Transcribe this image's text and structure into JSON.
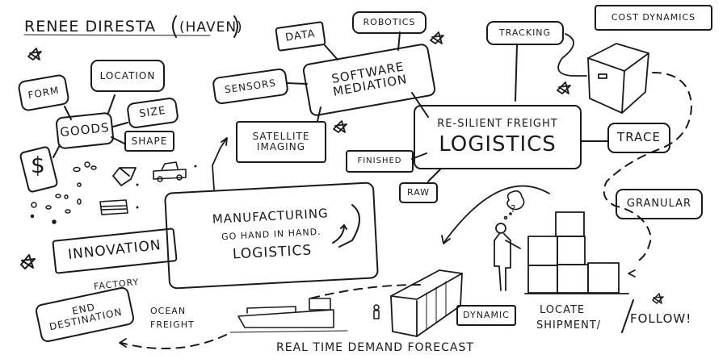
{
  "header": {
    "author": "RENEE DIRESTA",
    "company": "(HAVEN)"
  },
  "goods_cluster": {
    "center": "GOODS",
    "attributes": [
      "FORM",
      "LOCATION",
      "SIZE",
      "SHAPE"
    ],
    "currency_symbol": "$"
  },
  "software_cluster": {
    "center_line1": "SOFTWARE",
    "center_line2": "MEDIATION",
    "inputs": [
      "DATA",
      "ROBOTICS",
      "SENSORS"
    ],
    "satellite_line1": "SATELLITE",
    "satellite_line2": "IMAGING"
  },
  "logistics_cluster": {
    "title_line1": "RE-SILIENT FREIGHT",
    "title_line2": "LOGISTICS",
    "branches": {
      "finished": "FINISHED",
      "raw": "RAW",
      "trace": "TRACE",
      "tracking": "TRACKING",
      "granular": "GRANULAR",
      "cost_dynamics": "COST DYNAMICS"
    }
  },
  "manufacturing_box": {
    "line1": "MANUFACTURING",
    "line2": "GO HAND IN HAND.",
    "line3": "LOGISTICS"
  },
  "innovation": "INNOVATION",
  "route": {
    "factory": "FACTORY",
    "end_destination_line1": "END",
    "end_destination_line2": "DESTINATION",
    "ocean_line1": "OCEAN",
    "ocean_line2": "FREIGHT",
    "forecast": "REAL TIME DEMAND FORECAST"
  },
  "shipment": {
    "dynamic": "DYNAMIC",
    "locate_line1": "LOCATE",
    "locate_line2": "SHIPMENT/",
    "follow": "FOLLOW!",
    "thought": "?"
  }
}
